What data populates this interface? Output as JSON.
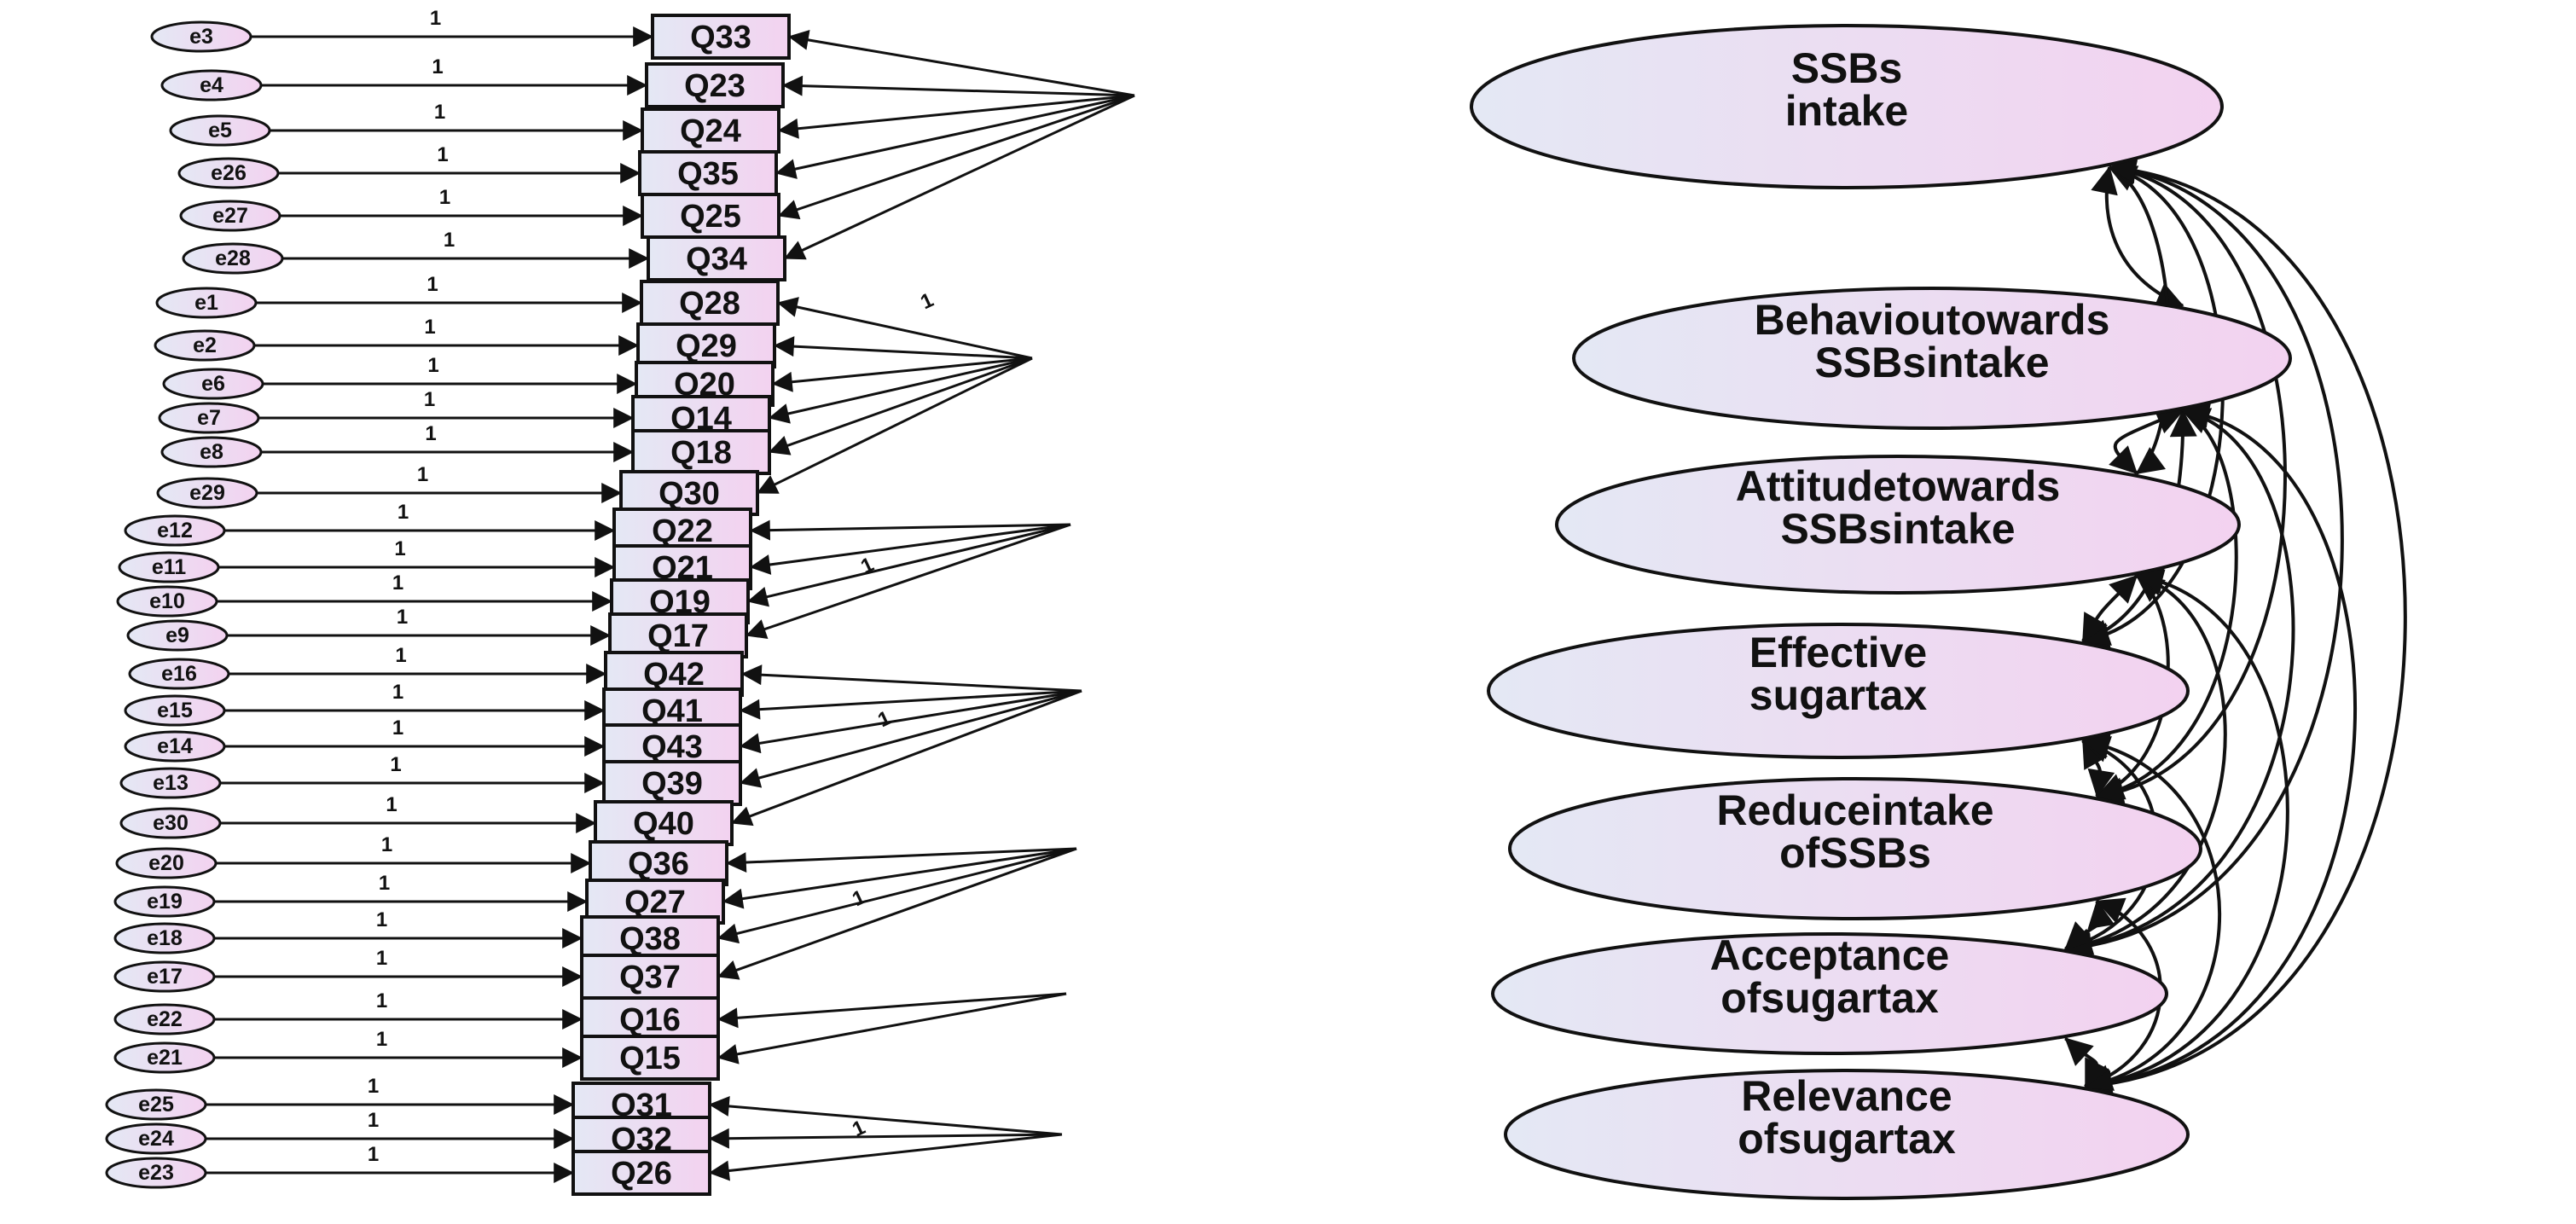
{
  "colors": {
    "fill_left": "#e4e8f4",
    "fill_right": "#f3d2f0",
    "stroke": "#111111",
    "line": "#111111"
  },
  "latents": [
    {
      "id": "ssbs",
      "lines": [
        "SSBs",
        "intake"
      ]
    },
    {
      "id": "beh",
      "lines": [
        "Behavioutowards",
        "SSBsintake"
      ]
    },
    {
      "id": "att",
      "lines": [
        "Attitudetowards",
        "SSBsintake"
      ]
    },
    {
      "id": "eff",
      "lines": [
        "Effective",
        "sugartax"
      ]
    },
    {
      "id": "red",
      "lines": [
        "Reduceintake",
        "ofSSBs"
      ]
    },
    {
      "id": "acc",
      "lines": [
        "Acceptance",
        "ofsugartax"
      ]
    },
    {
      "id": "rel",
      "lines": [
        "Relevance",
        "ofsugartax"
      ]
    }
  ],
  "indicators": [
    {
      "label": "Q33",
      "error": "e3",
      "latent": "ssbs"
    },
    {
      "label": "Q23",
      "error": "e4",
      "latent": "ssbs"
    },
    {
      "label": "Q24",
      "error": "e5",
      "latent": "ssbs"
    },
    {
      "label": "Q35",
      "error": "e26",
      "latent": "ssbs"
    },
    {
      "label": "Q25",
      "error": "e27",
      "latent": "ssbs"
    },
    {
      "label": "Q34",
      "error": "e28",
      "latent": "ssbs"
    },
    {
      "label": "Q28",
      "error": "e1",
      "latent": "beh"
    },
    {
      "label": "Q29",
      "error": "e2",
      "latent": "beh"
    },
    {
      "label": "Q20",
      "error": "e6",
      "latent": "beh"
    },
    {
      "label": "Q14",
      "error": "e7",
      "latent": "beh"
    },
    {
      "label": "Q18",
      "error": "e8",
      "latent": "beh"
    },
    {
      "label": "Q30",
      "error": "e29",
      "latent": "beh"
    },
    {
      "label": "Q22",
      "error": "e12",
      "latent": "att"
    },
    {
      "label": "Q21",
      "error": "e11",
      "latent": "att"
    },
    {
      "label": "Q19",
      "error": "e10",
      "latent": "att"
    },
    {
      "label": "Q17",
      "error": "e9",
      "latent": "att"
    },
    {
      "label": "Q42",
      "error": "e16",
      "latent": "eff"
    },
    {
      "label": "Q41",
      "error": "e15",
      "latent": "eff"
    },
    {
      "label": "Q43",
      "error": "e14",
      "latent": "eff"
    },
    {
      "label": "Q39",
      "error": "e13",
      "latent": "eff"
    },
    {
      "label": "Q40",
      "error": "e30",
      "latent": "eff"
    },
    {
      "label": "Q36",
      "error": "e20",
      "latent": "red"
    },
    {
      "label": "Q27",
      "error": "e19",
      "latent": "red"
    },
    {
      "label": "Q38",
      "error": "e18",
      "latent": "red"
    },
    {
      "label": "Q37",
      "error": "e17",
      "latent": "red"
    },
    {
      "label": "Q16",
      "error": "e22",
      "latent": "acc"
    },
    {
      "label": "Q15",
      "error": "e21",
      "latent": "acc"
    },
    {
      "label": "Q31",
      "error": "e25",
      "latent": "rel"
    },
    {
      "label": "Q32",
      "error": "e24",
      "latent": "rel"
    },
    {
      "label": "Q26",
      "error": "e23",
      "latent": "rel"
    }
  ],
  "error_path_label": "1",
  "loading_labels": [
    {
      "latent": "beh",
      "text": "1"
    },
    {
      "latent": "att",
      "text": "1"
    },
    {
      "latent": "eff",
      "text": "1"
    },
    {
      "latent": "red",
      "text": "1"
    },
    {
      "latent": "rel",
      "text": "1"
    }
  ]
}
